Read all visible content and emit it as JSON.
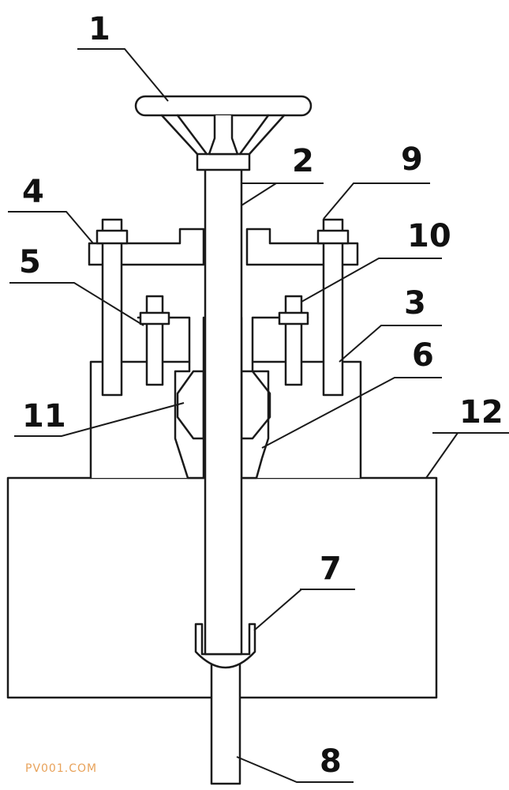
{
  "labels": {
    "l1": "1",
    "l2": "2",
    "l3": "3",
    "l4": "4",
    "l5": "5",
    "l6": "6",
    "l7": "7",
    "l8": "8",
    "l9": "9",
    "l10": "10",
    "l11": "11",
    "l12": "12"
  },
  "watermark": "PV001.COM",
  "colors": {
    "line": "#1a1a1a",
    "watermark": "#e8a25a"
  }
}
